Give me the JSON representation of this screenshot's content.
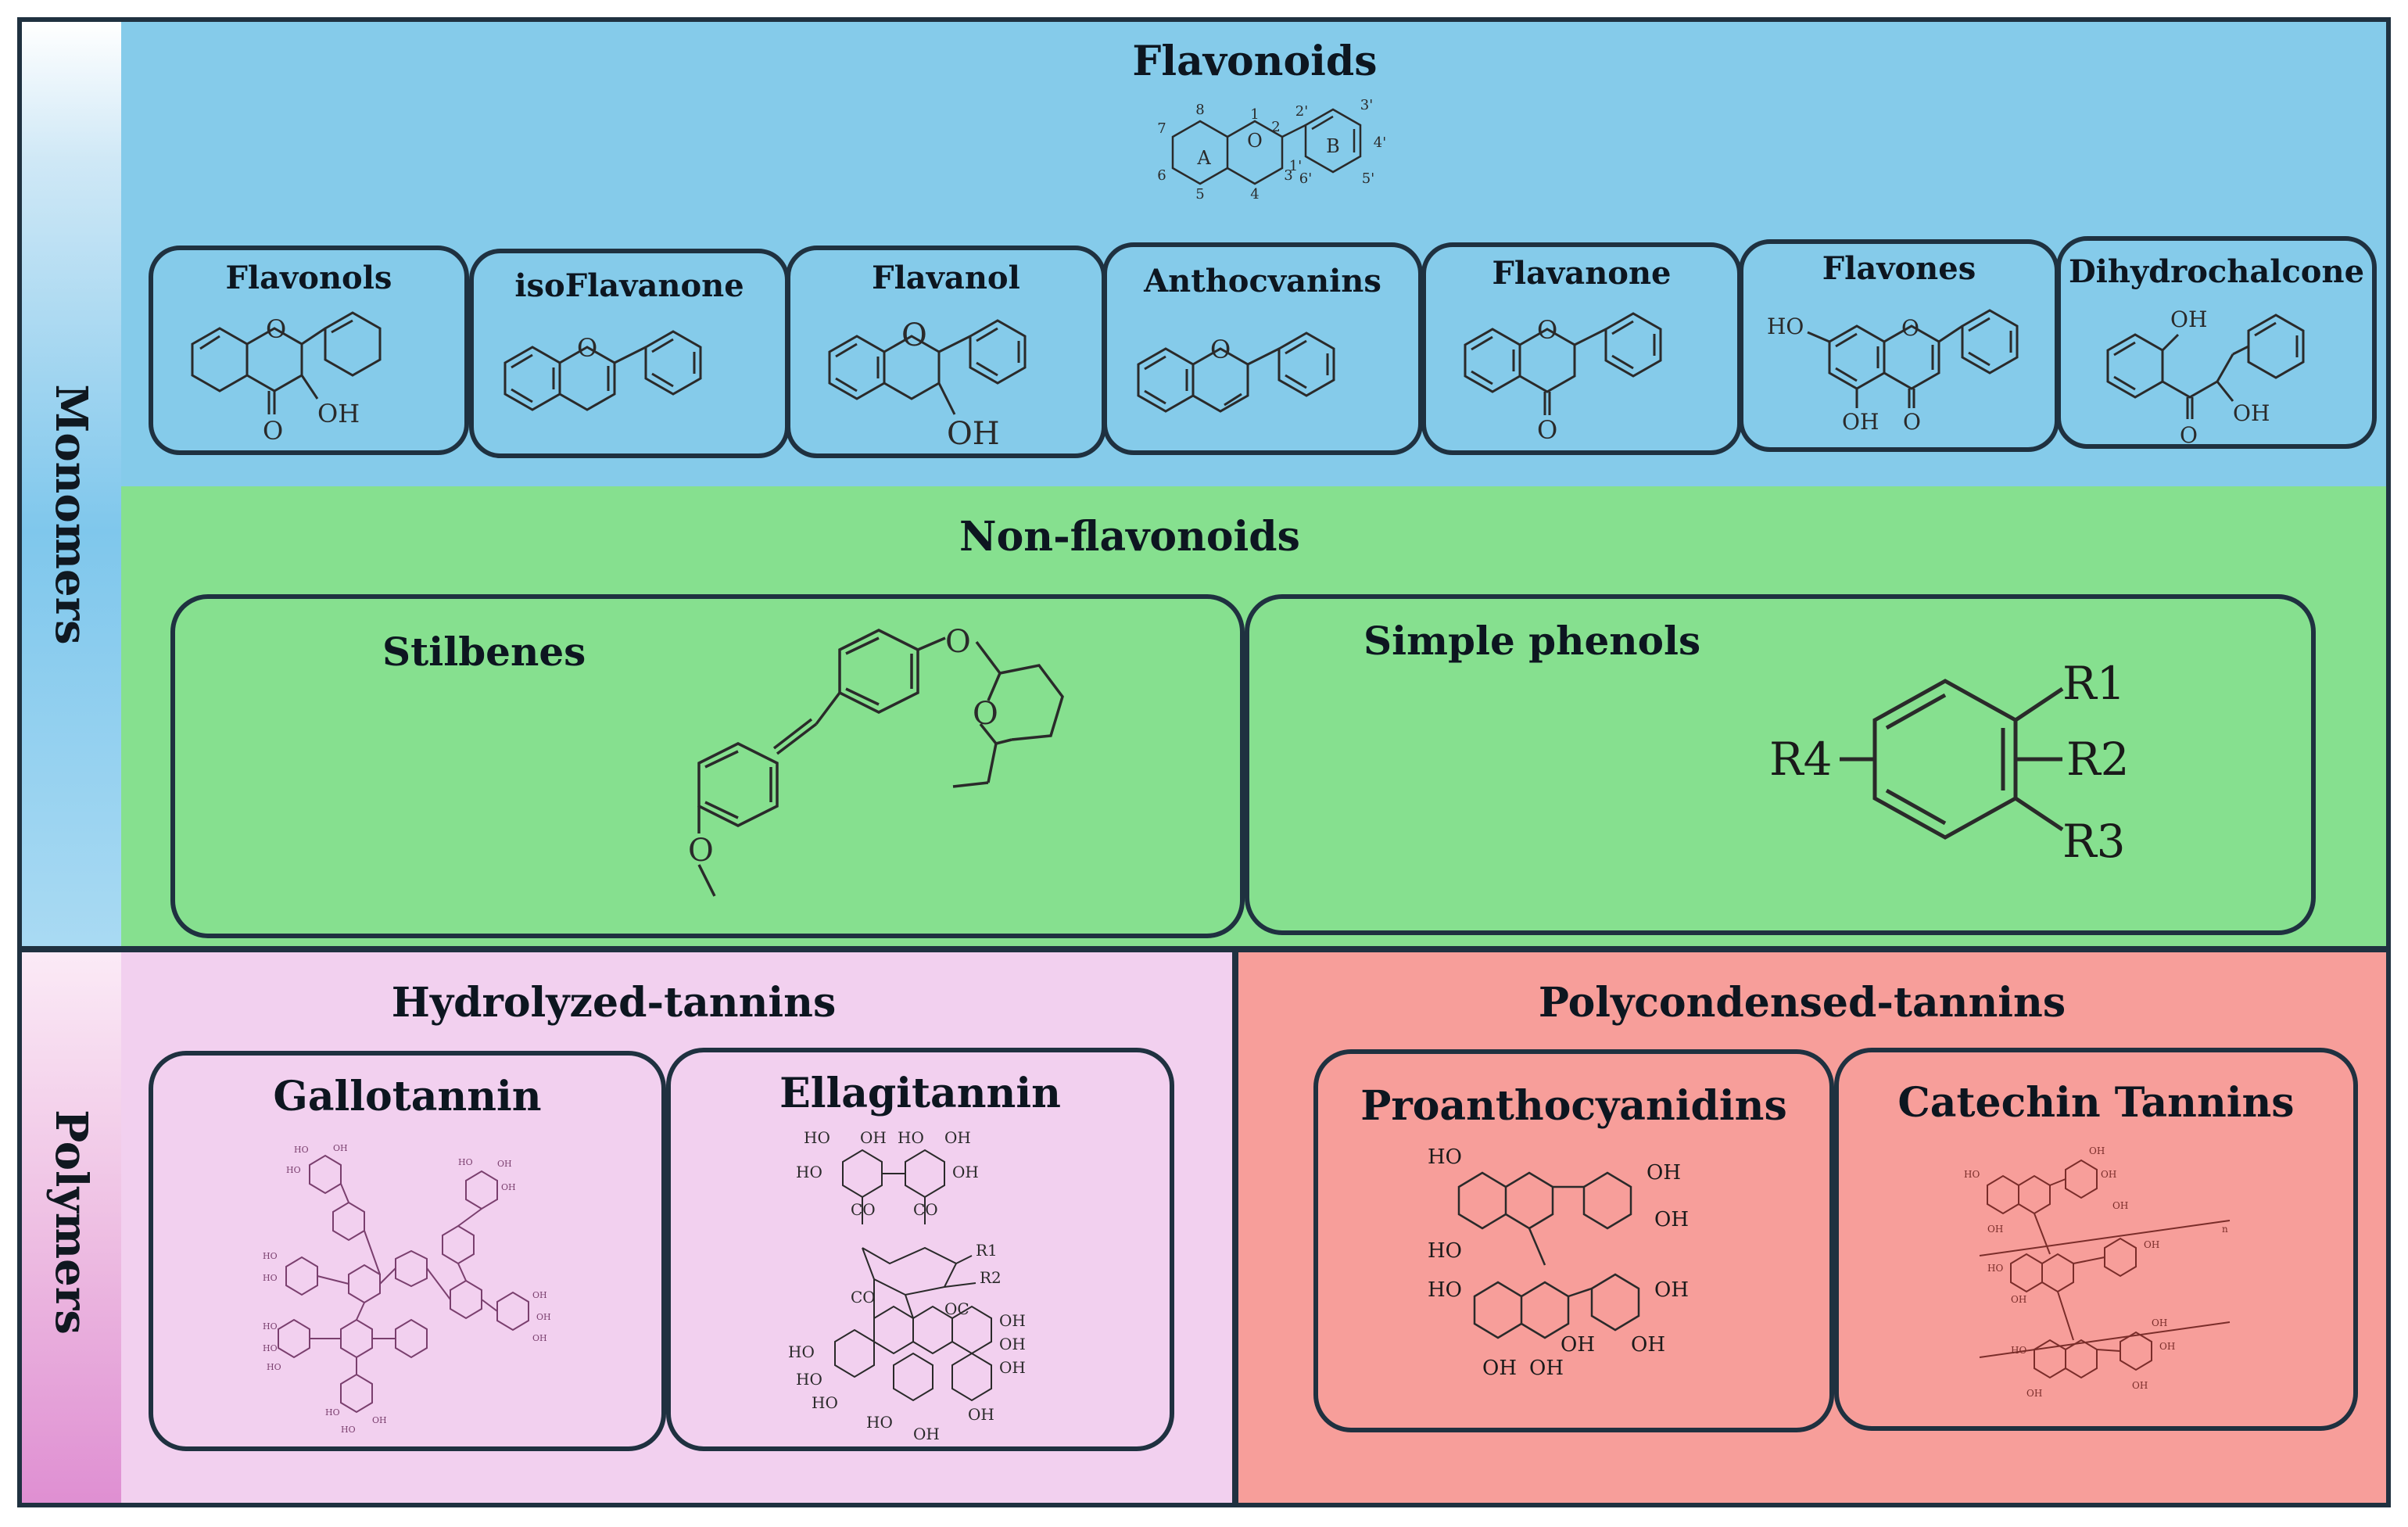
{
  "sidebar": {
    "monomers_label": "Monomers",
    "polymers_label": "Polymers"
  },
  "flavonoids": {
    "title": "Flavonoids",
    "core_numbering": [
      "1",
      "2",
      "3",
      "4",
      "5",
      "6",
      "7",
      "8",
      "1'",
      "2'",
      "3'",
      "4'",
      "5'",
      "6'"
    ],
    "ring_labels": [
      "A",
      "B"
    ],
    "cards": [
      {
        "label": "Flavonols",
        "substituents": [
          "O",
          "OH"
        ]
      },
      {
        "label": "isoFlavanone",
        "substituents": []
      },
      {
        "label": "Flavanol",
        "substituents": [
          "OH"
        ]
      },
      {
        "label": "Anthocvanins",
        "substituents": []
      },
      {
        "label": "Flavanone",
        "substituents": [
          "O"
        ]
      },
      {
        "label": "Flavones",
        "substituents": [
          "HO",
          "OH",
          "O"
        ]
      },
      {
        "label": "Dihydrochalcone",
        "substituents": [
          "OH",
          "O",
          "OH"
        ]
      }
    ]
  },
  "non_flavonoids": {
    "title": "Non-flavonoids",
    "stilbenes_label": "Stilbenes",
    "simple_phenols_label": "Simple phenols",
    "phenol_groups": [
      "R1",
      "R2",
      "R3",
      "R4"
    ]
  },
  "hydrolyzed": {
    "title": "Hydrolyzed-tannins",
    "gallotannin_label": "Gallotannin",
    "ellagitannin_label": "Ellagitannin",
    "ellagitannin_groups": [
      "R1",
      "R2"
    ]
  },
  "polycondensed": {
    "title": "Polycondensed-tannins",
    "proanthocyanidins_label": "Proanthocyanidins",
    "catechin_label": "Catechin Tannins",
    "proantho_groups": [
      "HO",
      "OH",
      "OH",
      "HO",
      "HO",
      "OH",
      "OH",
      "OH",
      "OH",
      "OH"
    ]
  },
  "colors": {
    "border": "#1f3140",
    "flavonoids_bg": "#85cbea",
    "non_flavonoids_bg": "#86e08f",
    "hydrolyzed_bg": "#f2d0ef",
    "polycondensed_bg": "#f79e9a",
    "drawing_stroke": "#2a2a2a"
  }
}
